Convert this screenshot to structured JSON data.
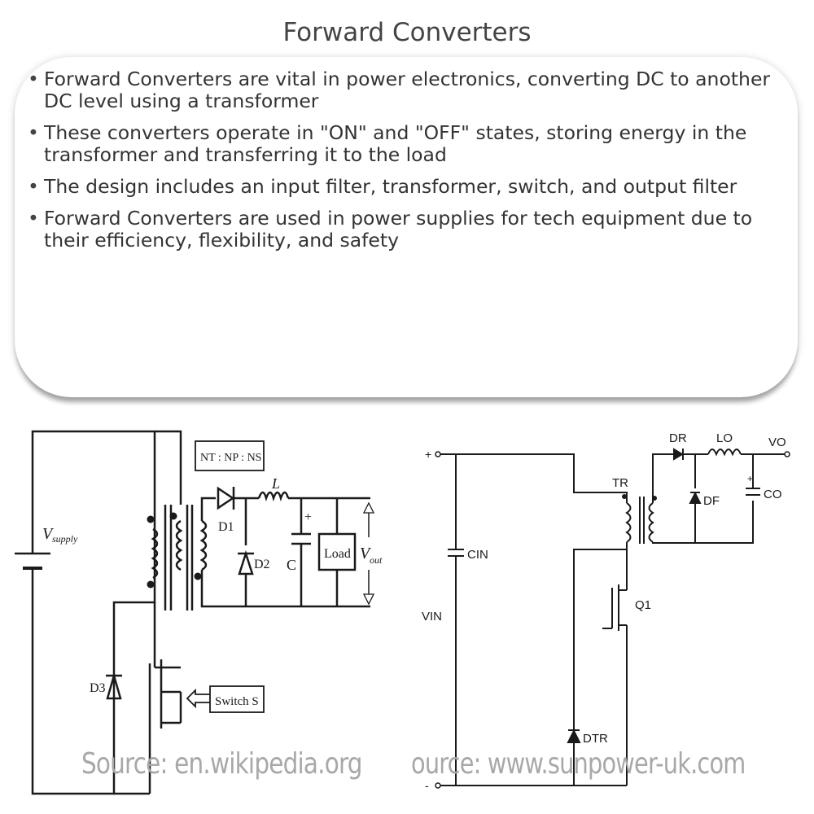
{
  "title": "Forward Converters",
  "bullets": [
    "Forward Converters are vital in power electronics, converting DC to another DC level using a transformer",
    "These converters operate in \"ON\" and \"OFF\" states, storing energy in the transformer and transferring it to the load",
    "The design includes an input filter, transformer, switch, and output filter",
    "Forward Converters are used in power supplies for tech equipment due to their efficiency, flexibility, and safety"
  ],
  "left_diagram": {
    "supply_label": "V",
    "supply_sub": "supply",
    "ratio_label": "NT : NP : NS",
    "inductor_label": "L",
    "d1_label": "D1",
    "d2_label": "D2",
    "d3_label": "D3",
    "cap_label": "C",
    "load_label": "Load",
    "vout_label": "V",
    "vout_sub": "out",
    "switch_label": "Switch S",
    "source": "Source: en.wikipedia.org"
  },
  "right_diagram": {
    "dr_label": "DR",
    "lo_label": "LO",
    "vo_label": "VO",
    "tr_label": "TR",
    "df_label": "DF",
    "co_label": "CO",
    "cin_label": "CIN",
    "vin_label": "VIN",
    "q1_label": "Q1",
    "dtr_label": "DTR",
    "source": "ource: www.sunpower-uk.com"
  }
}
